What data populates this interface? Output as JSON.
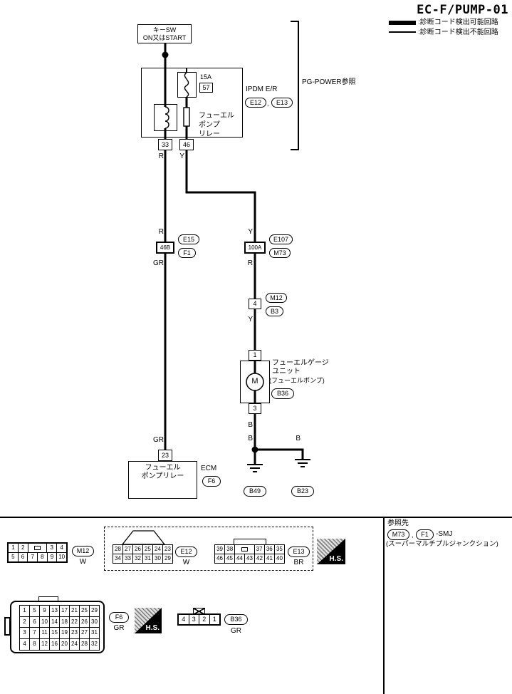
{
  "colors": {
    "ink": "#000000",
    "paper": "#ffffff"
  },
  "title": "EC-F/PUMP-01",
  "legend": {
    "detectable": ":診断コード検出可能回路",
    "undetectable": ":診断コード検出不能回路"
  },
  "power_source": {
    "line1": "キーSW",
    "line2": "ON又はSTART"
  },
  "ipdm": {
    "unit_name": "IPDM E/R",
    "conn_a": "E12",
    "separator": ",",
    "conn_b": "E13",
    "fuse_rating": "15A",
    "fuse_number": "57",
    "relay_line1": "フューエル",
    "relay_line2": "ポンプ",
    "relay_line3": "リレー",
    "pin_left": "33",
    "pin_right": "46",
    "reference": "PG-POWER参照"
  },
  "wire_labels": {
    "pin33_out": "R",
    "pin46_out": "Y",
    "left_above_smj": "R",
    "left_below_smj": "GR",
    "left_above_ecm": "GR",
    "right_above_smj": "Y",
    "right_below_smj": "R",
    "right_above_pump": "Y",
    "pump_out": "B",
    "ground_left": "B",
    "ground_right": "B"
  },
  "smj_left": {
    "pin": "46B",
    "conn_top": "E15",
    "conn_bottom": "F1"
  },
  "smj_right": {
    "pin": "100A",
    "conn_top": "E107",
    "conn_bottom": "M73"
  },
  "harness_conn": {
    "pin": "4",
    "conn_top": "M12",
    "conn_bottom": "B3"
  },
  "fuel_pump": {
    "pin_top": "1",
    "pin_bottom": "3",
    "motor": "M",
    "label_line1": "フューエルゲージ",
    "label_line2": "ユニット",
    "label_line3": "(フューエルポンプ)",
    "connector": "B36"
  },
  "ecm": {
    "signal_line1": "フューエル",
    "signal_line2": "ポンプリレー",
    "pin": "23",
    "unit_name": "ECM",
    "connector": "F6"
  },
  "grounds": {
    "left": "B49",
    "right": "B23"
  },
  "footer": {
    "hs": "H.S.",
    "m12": {
      "label": "M12",
      "color": "W",
      "grid": [
        [
          "1",
          "2",
          "",
          "3",
          "4"
        ],
        [
          "5",
          "6",
          "7",
          "8",
          "9",
          "10"
        ]
      ]
    },
    "e12": {
      "label": "E12",
      "color": "W",
      "grid": [
        [
          "28",
          "27",
          "26",
          "25",
          "24",
          "23"
        ],
        [
          "34",
          "33",
          "32",
          "31",
          "30",
          "29"
        ]
      ]
    },
    "e13": {
      "label": "E13",
      "color": "BR",
      "grid": [
        [
          "39",
          "38",
          "",
          "37",
          "36",
          "35"
        ],
        [
          "46",
          "45",
          "44",
          "43",
          "42",
          "41",
          "40"
        ]
      ]
    },
    "f6": {
      "label": "F6",
      "color": "GR",
      "grid": [
        [
          "1",
          "5",
          "9",
          "13",
          "17",
          "21",
          "25",
          "29"
        ],
        [
          "2",
          "6",
          "10",
          "14",
          "18",
          "22",
          "26",
          "30"
        ],
        [
          "3",
          "7",
          "11",
          "15",
          "19",
          "23",
          "27",
          "31"
        ],
        [
          "4",
          "8",
          "12",
          "16",
          "20",
          "24",
          "28",
          "32"
        ]
      ]
    },
    "b36": {
      "label": "B36",
      "color": "GR",
      "grid": [
        [
          "4",
          "3",
          "2",
          "1"
        ]
      ]
    },
    "reference": {
      "title": "参照先",
      "conn_a": "M73",
      "separator": ",",
      "conn_b": "F1",
      "suffix": "-SMJ",
      "note": "(スーパーマルチプルジャンクション)"
    }
  }
}
